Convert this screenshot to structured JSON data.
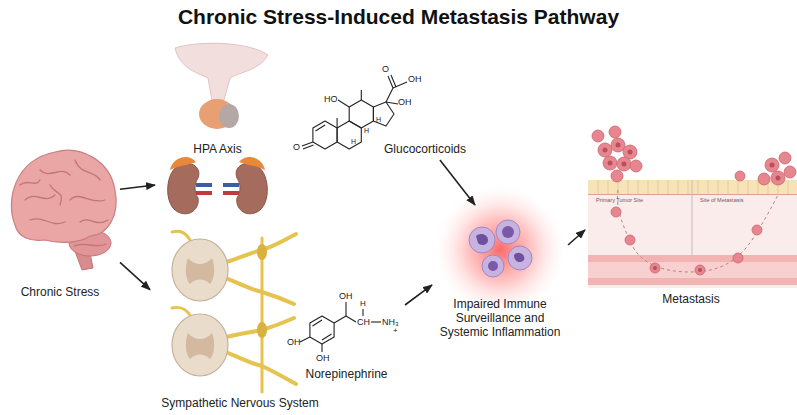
{
  "diagram": {
    "title": "Chronic Stress-Induced Metastasis Pathway",
    "nodes": [
      {
        "text": [
          "Chronic Stress"
        ]
      },
      {
        "text": [
          "HPA Axis"
        ]
      },
      {
        "text": [
          "Glucocorticoids"
        ]
      },
      {
        "text": [
          "Sympathetic Nervous System"
        ]
      },
      {
        "text": [
          "Norepinephrine"
        ]
      },
      {
        "text": [
          "Impaired Immune Surveillance and Systemic Inflammation"
        ]
      },
      {
        "text": [
          "Metastasis"
        ]
      }
    ],
    "edges": [
      {
        "from": 0,
        "to": 1,
        "arrow": "to"
      },
      {
        "from": 0,
        "to": 3,
        "arrow": "to"
      },
      {
        "from": 2,
        "to": 5,
        "arrow": "to"
      },
      {
        "from": 4,
        "to": 5,
        "arrow": "to"
      },
      {
        "from": 5,
        "to": 6,
        "arrow": "to"
      }
    ],
    "labels": [
      "O",
      "OH",
      "HO",
      "OH",
      "H",
      "H",
      "H",
      "O",
      "OH",
      "H",
      "CH",
      "NH₃",
      "+",
      "OH",
      "OH",
      "Primary Tumor Site",
      "Site of Metastasis"
    ]
  }
}
